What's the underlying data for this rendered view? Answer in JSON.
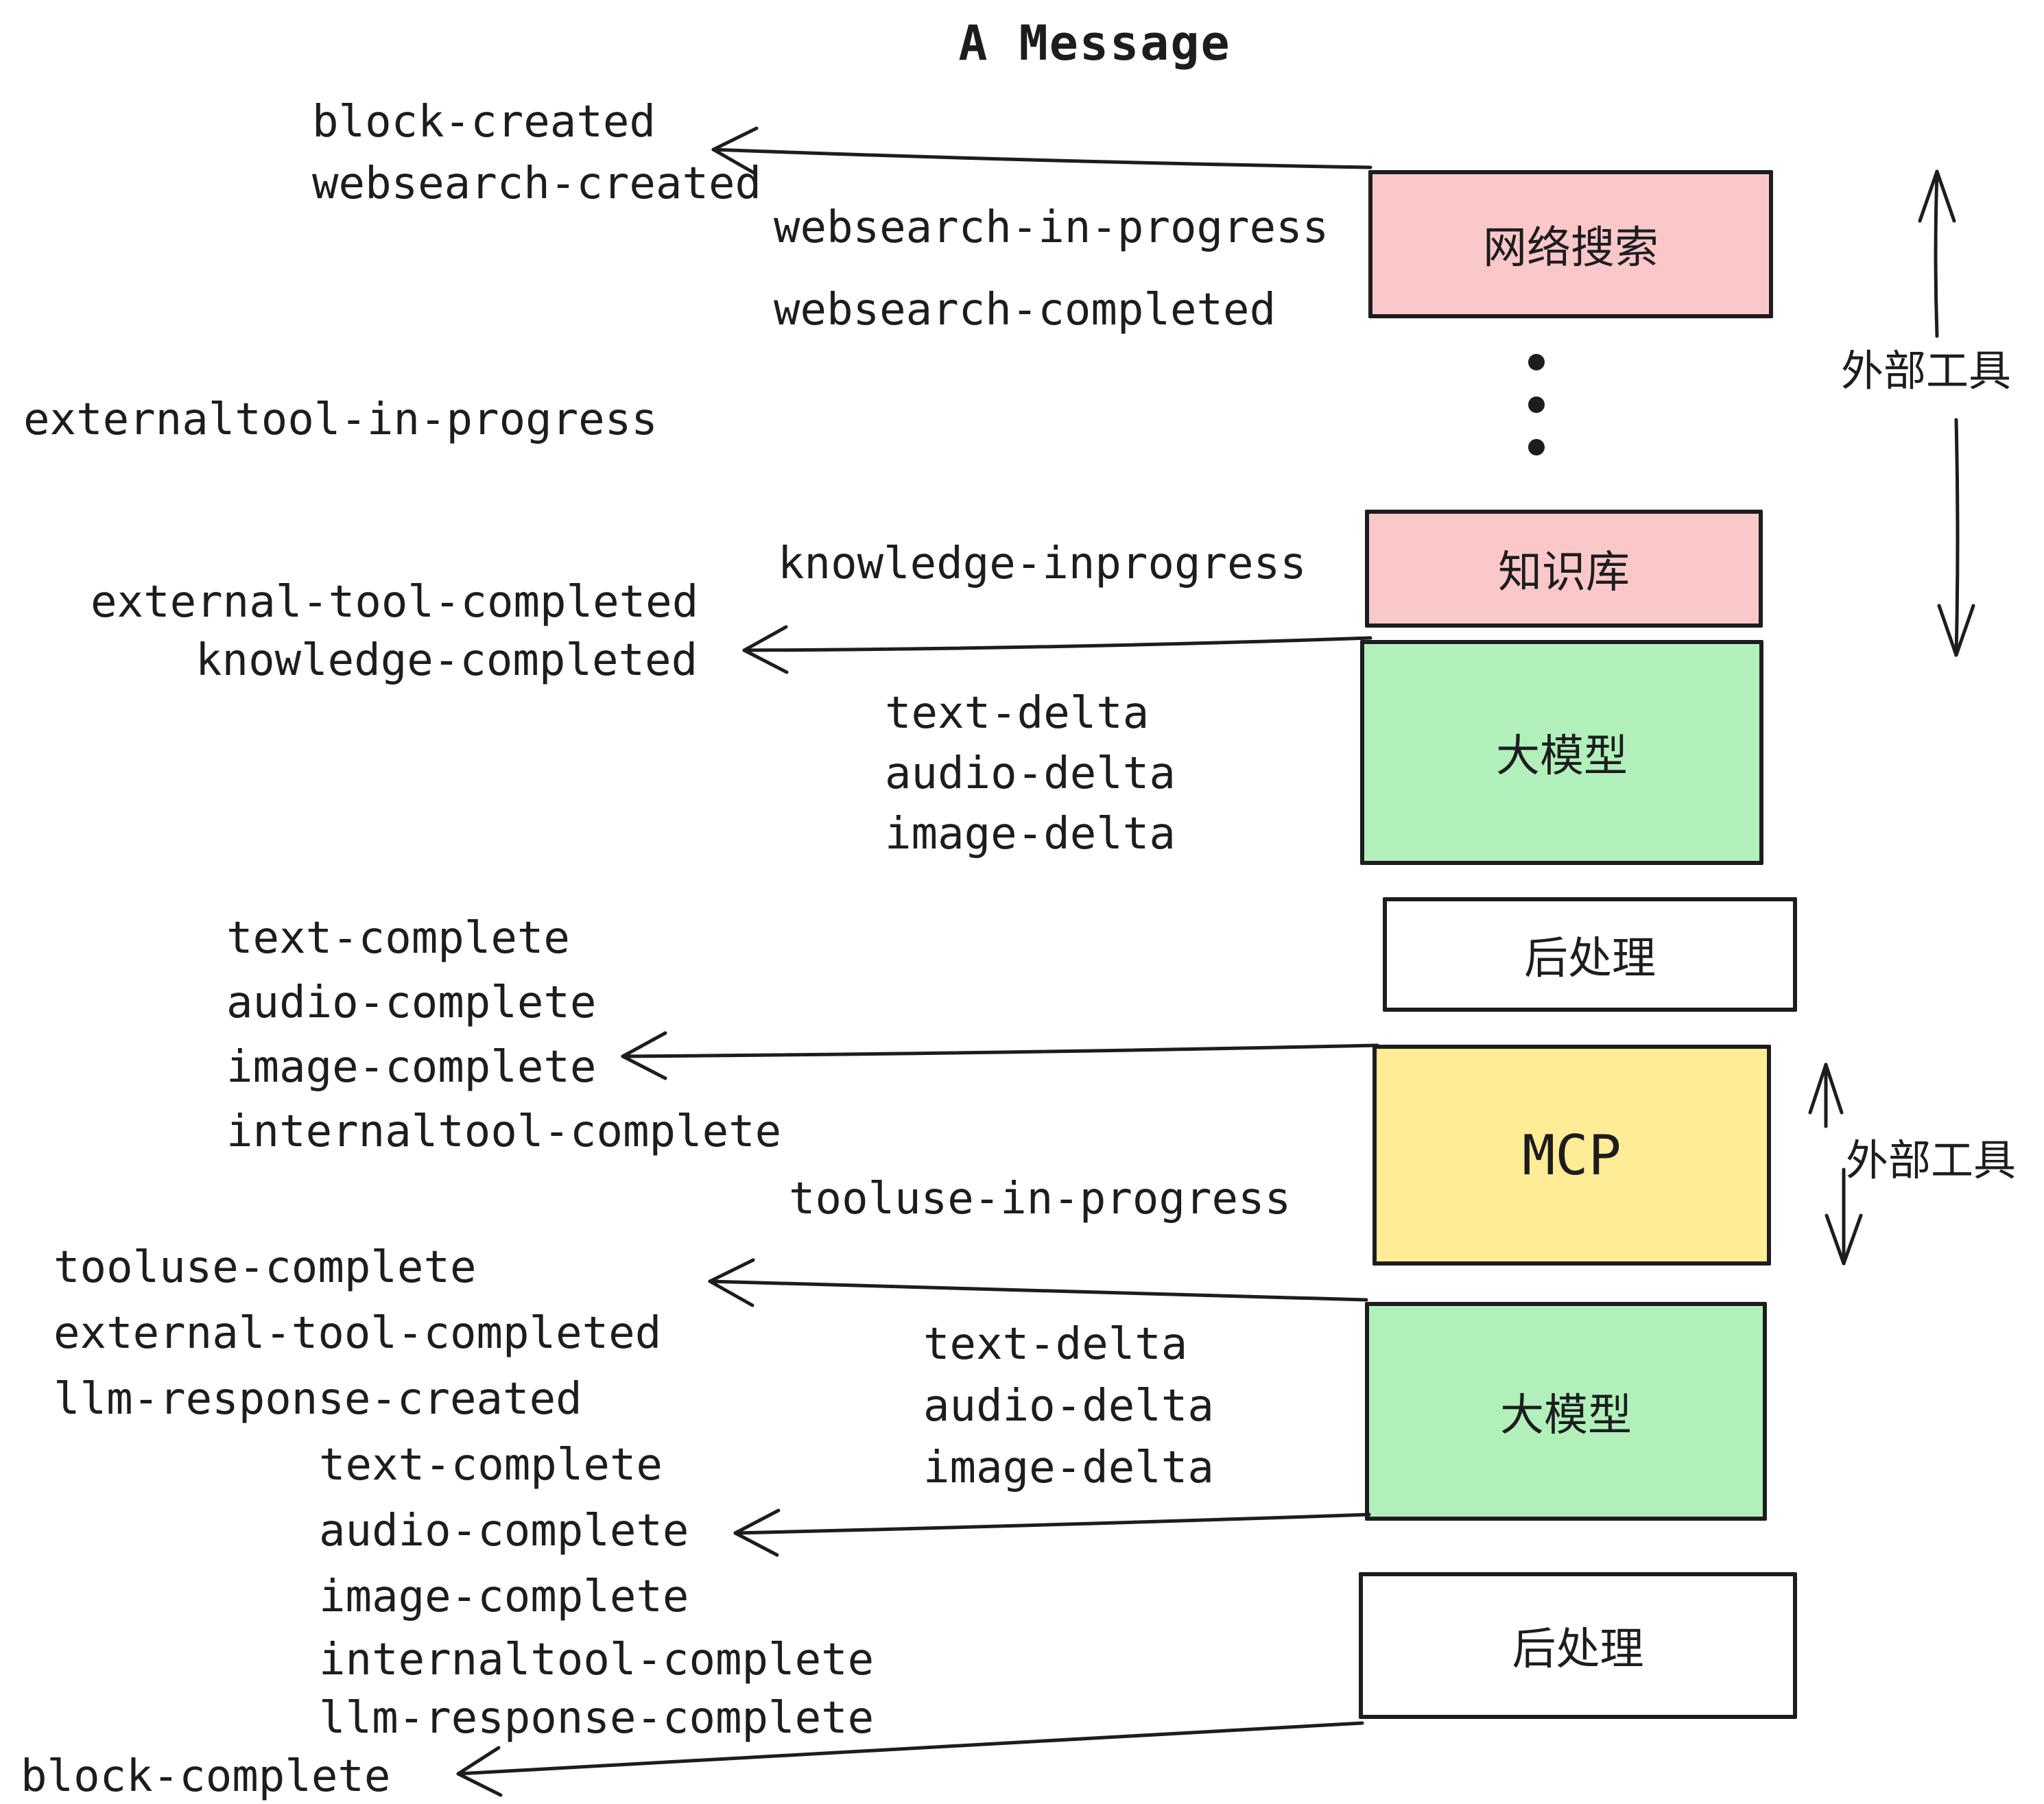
{
  "title": "A Message",
  "colors": {
    "pink": "#fbc8ca",
    "green": "#b1f0ba",
    "yellow": "#feec97",
    "white": "#ffffff",
    "line": "#1d1d1f"
  },
  "boxes": [
    {
      "id": "websearch",
      "label": "网络搜索",
      "color": "pink"
    },
    {
      "id": "knowledge",
      "label": "知识库",
      "color": "pink"
    },
    {
      "id": "llm-1",
      "label": "大模型",
      "color": "green"
    },
    {
      "id": "post-1",
      "label": "后处理",
      "color": "white"
    },
    {
      "id": "mcp",
      "label": "MCP",
      "color": "yellow"
    },
    {
      "id": "llm-2",
      "label": "大模型",
      "color": "green"
    },
    {
      "id": "post-2",
      "label": "后处理",
      "color": "white"
    }
  ],
  "side_labels": [
    {
      "id": "external-tools-1",
      "text": "外部工具"
    },
    {
      "id": "external-tools-2",
      "text": "外部工具"
    }
  ],
  "events": [
    {
      "id": "block-created",
      "text": "block-created"
    },
    {
      "id": "websearch-created",
      "text": "websearch-created"
    },
    {
      "id": "websearch-in-progress",
      "text": "websearch-in-progress"
    },
    {
      "id": "websearch-completed",
      "text": "websearch-completed"
    },
    {
      "id": "externaltool-in-progress",
      "text": "externaltool-in-progress"
    },
    {
      "id": "knowledge-inprogress",
      "text": "knowledge-inprogress"
    },
    {
      "id": "external-tool-completed-1",
      "text": "external-tool-completed"
    },
    {
      "id": "knowledge-completed",
      "text": "knowledge-completed"
    },
    {
      "id": "text-delta-1",
      "text": "text-delta"
    },
    {
      "id": "audio-delta-1",
      "text": "audio-delta"
    },
    {
      "id": "image-delta-1",
      "text": "image-delta"
    },
    {
      "id": "text-complete-1",
      "text": "text-complete"
    },
    {
      "id": "audio-complete-1",
      "text": "audio-complete"
    },
    {
      "id": "image-complete-1",
      "text": "image-complete"
    },
    {
      "id": "internaltool-complete-1",
      "text": "internaltool-complete"
    },
    {
      "id": "tooluse-in-progress",
      "text": "tooluse-in-progress"
    },
    {
      "id": "tooluse-complete",
      "text": "tooluse-complete"
    },
    {
      "id": "external-tool-completed-2",
      "text": "external-tool-completed"
    },
    {
      "id": "llm-response-created",
      "text": "llm-response-created"
    },
    {
      "id": "text-delta-2",
      "text": "text-delta"
    },
    {
      "id": "audio-delta-2",
      "text": "audio-delta"
    },
    {
      "id": "image-delta-2",
      "text": "image-delta"
    },
    {
      "id": "text-complete-2",
      "text": "text-complete"
    },
    {
      "id": "audio-complete-2",
      "text": "audio-complete"
    },
    {
      "id": "image-complete-2",
      "text": "image-complete"
    },
    {
      "id": "internaltool-complete-2",
      "text": "internaltool-complete"
    },
    {
      "id": "llm-response-complete",
      "text": "llm-response-complete"
    },
    {
      "id": "block-complete",
      "text": "block-complete"
    }
  ]
}
